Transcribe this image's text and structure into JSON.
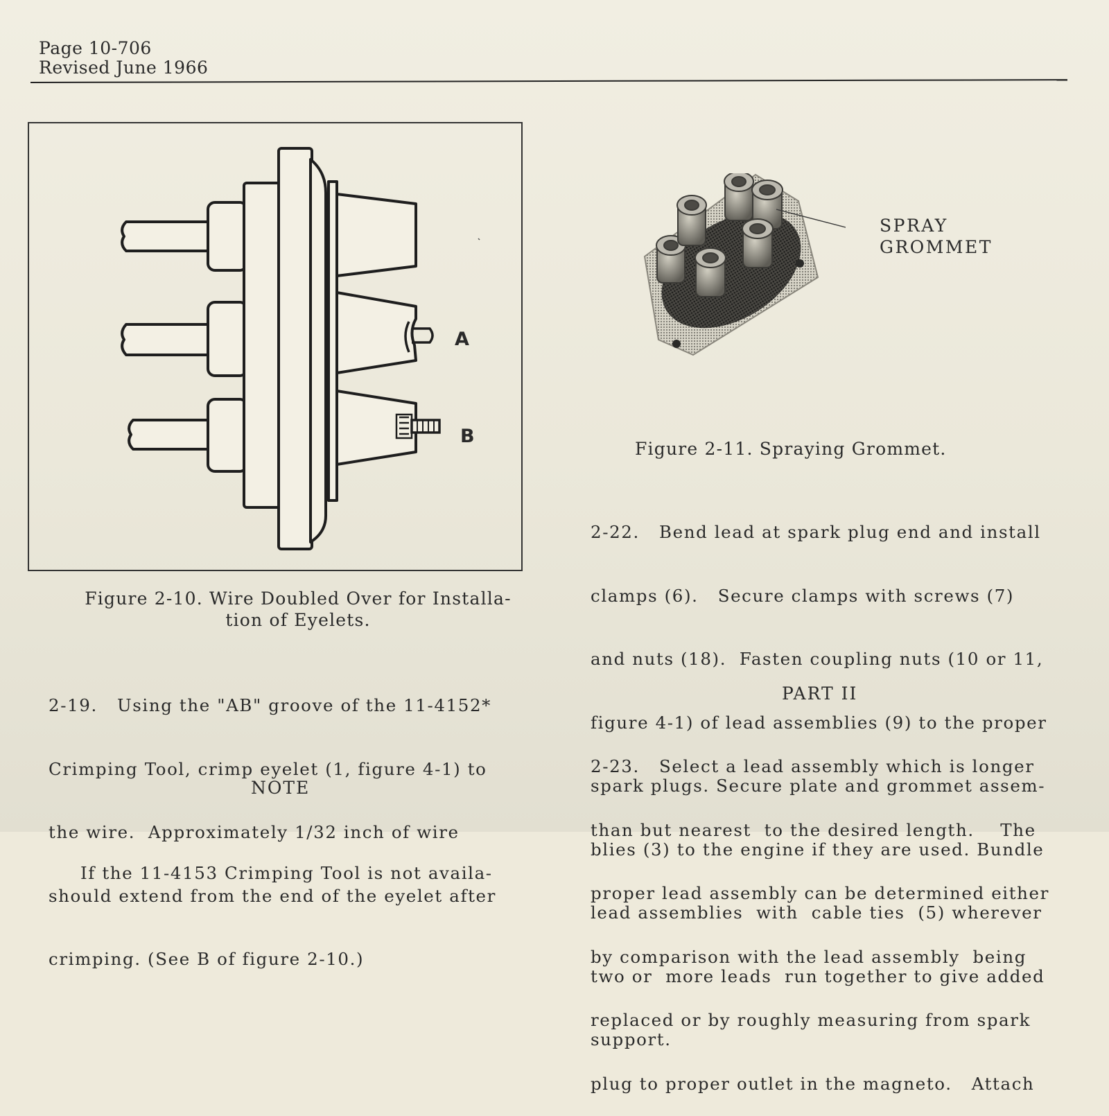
{
  "header": {
    "page": "Page 10-706",
    "revised": "Revised June 1966"
  },
  "figure_2_10": {
    "label_a": "A",
    "label_b": "B",
    "caption_lines": [
      "Figure 2-10.  Wire Doubled Over for Installa-",
      "tion of Eyelets."
    ]
  },
  "figure_2_11": {
    "callout_lines": [
      "SPRAY",
      "GROMMET"
    ],
    "caption": "Figure 2-11.   Spraying Grommet."
  },
  "para_2_19": {
    "lines": [
      "2-19.   Using the \"AB\" groove of the 11-4152*",
      "Crimping Tool, crimp eyelet (1, figure 4-1) to",
      "the wire.  Approximately 1/32 inch of wire",
      "should extend from the end of the eyelet after",
      "crimping. (See B of figure 2-10.)"
    ]
  },
  "note": {
    "heading": "NOTE",
    "partial_line": "If the 11-4153 Crimping Tool is not availa-"
  },
  "para_2_22": {
    "lines": [
      "2-22.   Bend lead at spark plug end and install",
      "clamps (6).   Secure clamps with screws (7)",
      "and nuts (18).  Fasten coupling nuts (10 or 11,",
      "figure 4-1) of lead assemblies (9) to the proper",
      "spark plugs. Secure plate and grommet assem-",
      "blies (3) to the engine if they are used. Bundle",
      "lead assemblies  with  cable ties  (5) wherever",
      "two or  more leads  run together to give added",
      "support."
    ]
  },
  "part2": {
    "heading": "PART II"
  },
  "para_2_23": {
    "lines": [
      "2-23.   Select a lead assembly which is longer",
      "than but nearest  to the desired length.    The",
      "proper lead assembly can be determined either",
      "by comparison with the lead assembly  being",
      "replaced or by roughly measuring from spark",
      "plug to proper outlet in the magneto.   Attach"
    ]
  }
}
